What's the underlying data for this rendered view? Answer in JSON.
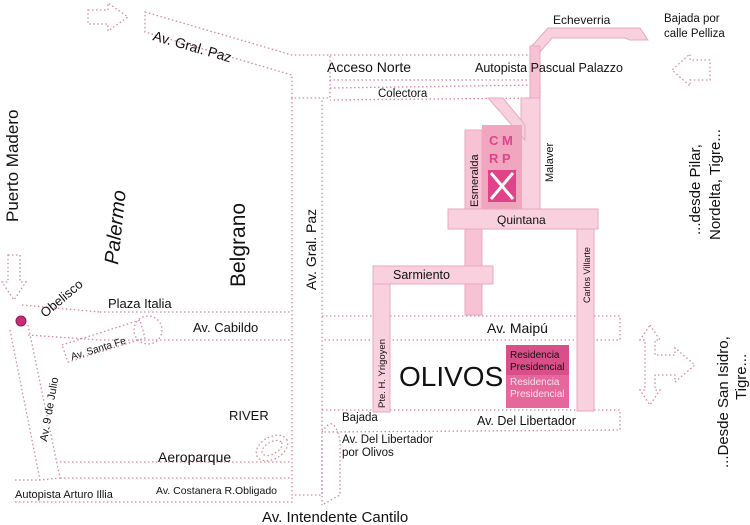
{
  "map": {
    "streets": {
      "gral_paz_top": "Av. Gral. Paz",
      "acceso_norte": "Acceso Norte",
      "autopista_palazzo": "Autopista Pascual Palazzo",
      "echeverria": "Echeverria",
      "colectora": "Colectora",
      "esmeralda": "Esmeralda",
      "malaver": "Malaver",
      "quintana": "Quintana",
      "carlos_villarte": "Carlos Villarte",
      "sarmiento": "Sarmiento",
      "gral_paz_vertical": "Av. Gral. Paz",
      "maipu": "Av. Maipú",
      "cabildo": "Av. Cabildo",
      "santa_fe": "Av. Santa Fe",
      "nueve_de_julio": "Av. 9 de Julio",
      "yrigoyen": "Pte. H. Yrigoyen",
      "libertador": "Av. Del Libertador",
      "costanera": "Av. Costanera R.Obligado",
      "arturo_illia": "Autopista Arturo Illia",
      "cantilo": "Av. Intendente Cantilo"
    },
    "places": {
      "puerto_madero": "Puerto Madero",
      "palermo": "Palermo",
      "belgrano": "Belgrano",
      "obelisco": "Obelisco",
      "plaza_italia": "Plaza Italia",
      "river": "RIVER",
      "aeroparque": "Aeroparque",
      "olivos": "OLIVOS",
      "residencia_line1": "Residencia",
      "residencia_line2": "Presidencial",
      "residencia_ghost_line1": "Residencia",
      "residencia_ghost_line2": "Presidencial",
      "cmrp_line1": "C M",
      "cmrp_line2": "R P"
    },
    "notes": {
      "bajada_pelliza_line1": "Bajada por",
      "bajada_pelliza_line2": "calle Pelliza",
      "desde_pilar_line1": "...desde Pilar,",
      "desde_pilar_line2": "Nordelta, Tigre...",
      "desde_san_isidro_line1": "...Desde San Isidro,",
      "desde_san_isidro_line2": "Tigre...",
      "bajada_libertador_line1": "Bajada",
      "bajada_libertador_line2": "Av. Del Libertador",
      "bajada_libertador_line3": "por Olivos"
    },
    "colors": {
      "accent": "#e0438a",
      "road_fill": "#f9d0dd",
      "dotted_road": "#d48a9b",
      "residencia_box": "#e5679c"
    }
  }
}
